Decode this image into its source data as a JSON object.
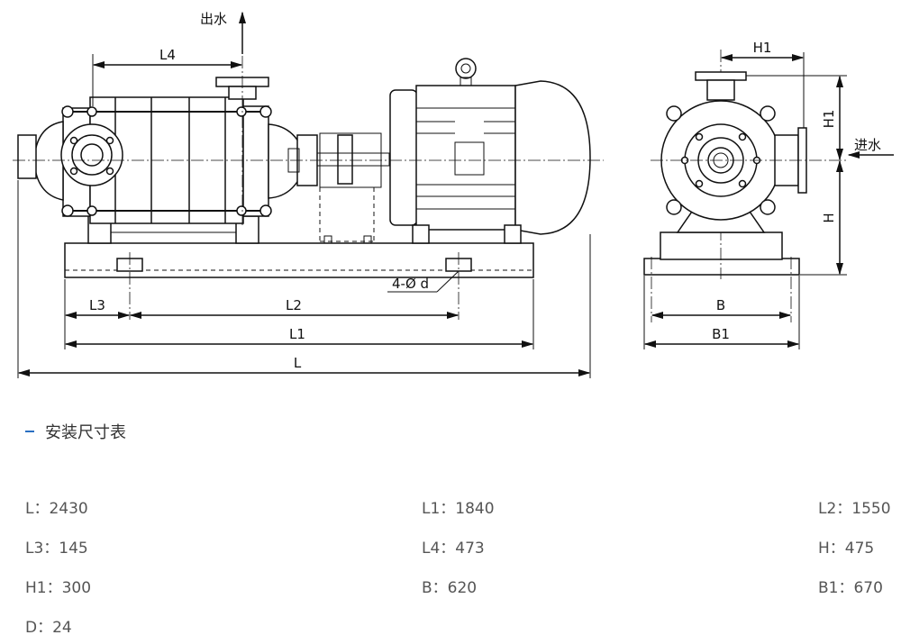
{
  "drawing": {
    "labels": {
      "outlet": "出水",
      "inlet": "进水",
      "L": "L",
      "L1": "L1",
      "L2": "L2",
      "L3": "L3",
      "L4": "L4",
      "H": "H",
      "H1": "H1",
      "B": "B",
      "B1": "B1",
      "bolt_holes": "4-Ø d"
    }
  },
  "section": {
    "title": "安装尺寸表"
  },
  "specs": [
    {
      "label": "L",
      "value": "2430"
    },
    {
      "label": "L1",
      "value": "1840"
    },
    {
      "label": "L2",
      "value": "1550"
    },
    {
      "label": "L3",
      "value": "145"
    },
    {
      "label": "L4",
      "value": "473"
    },
    {
      "label": "H",
      "value": "475"
    },
    {
      "label": "H1",
      "value": "300"
    },
    {
      "label": "B",
      "value": "620"
    },
    {
      "label": "B1",
      "value": "670"
    },
    {
      "label": "D",
      "value": "24"
    }
  ],
  "sep": "："
}
